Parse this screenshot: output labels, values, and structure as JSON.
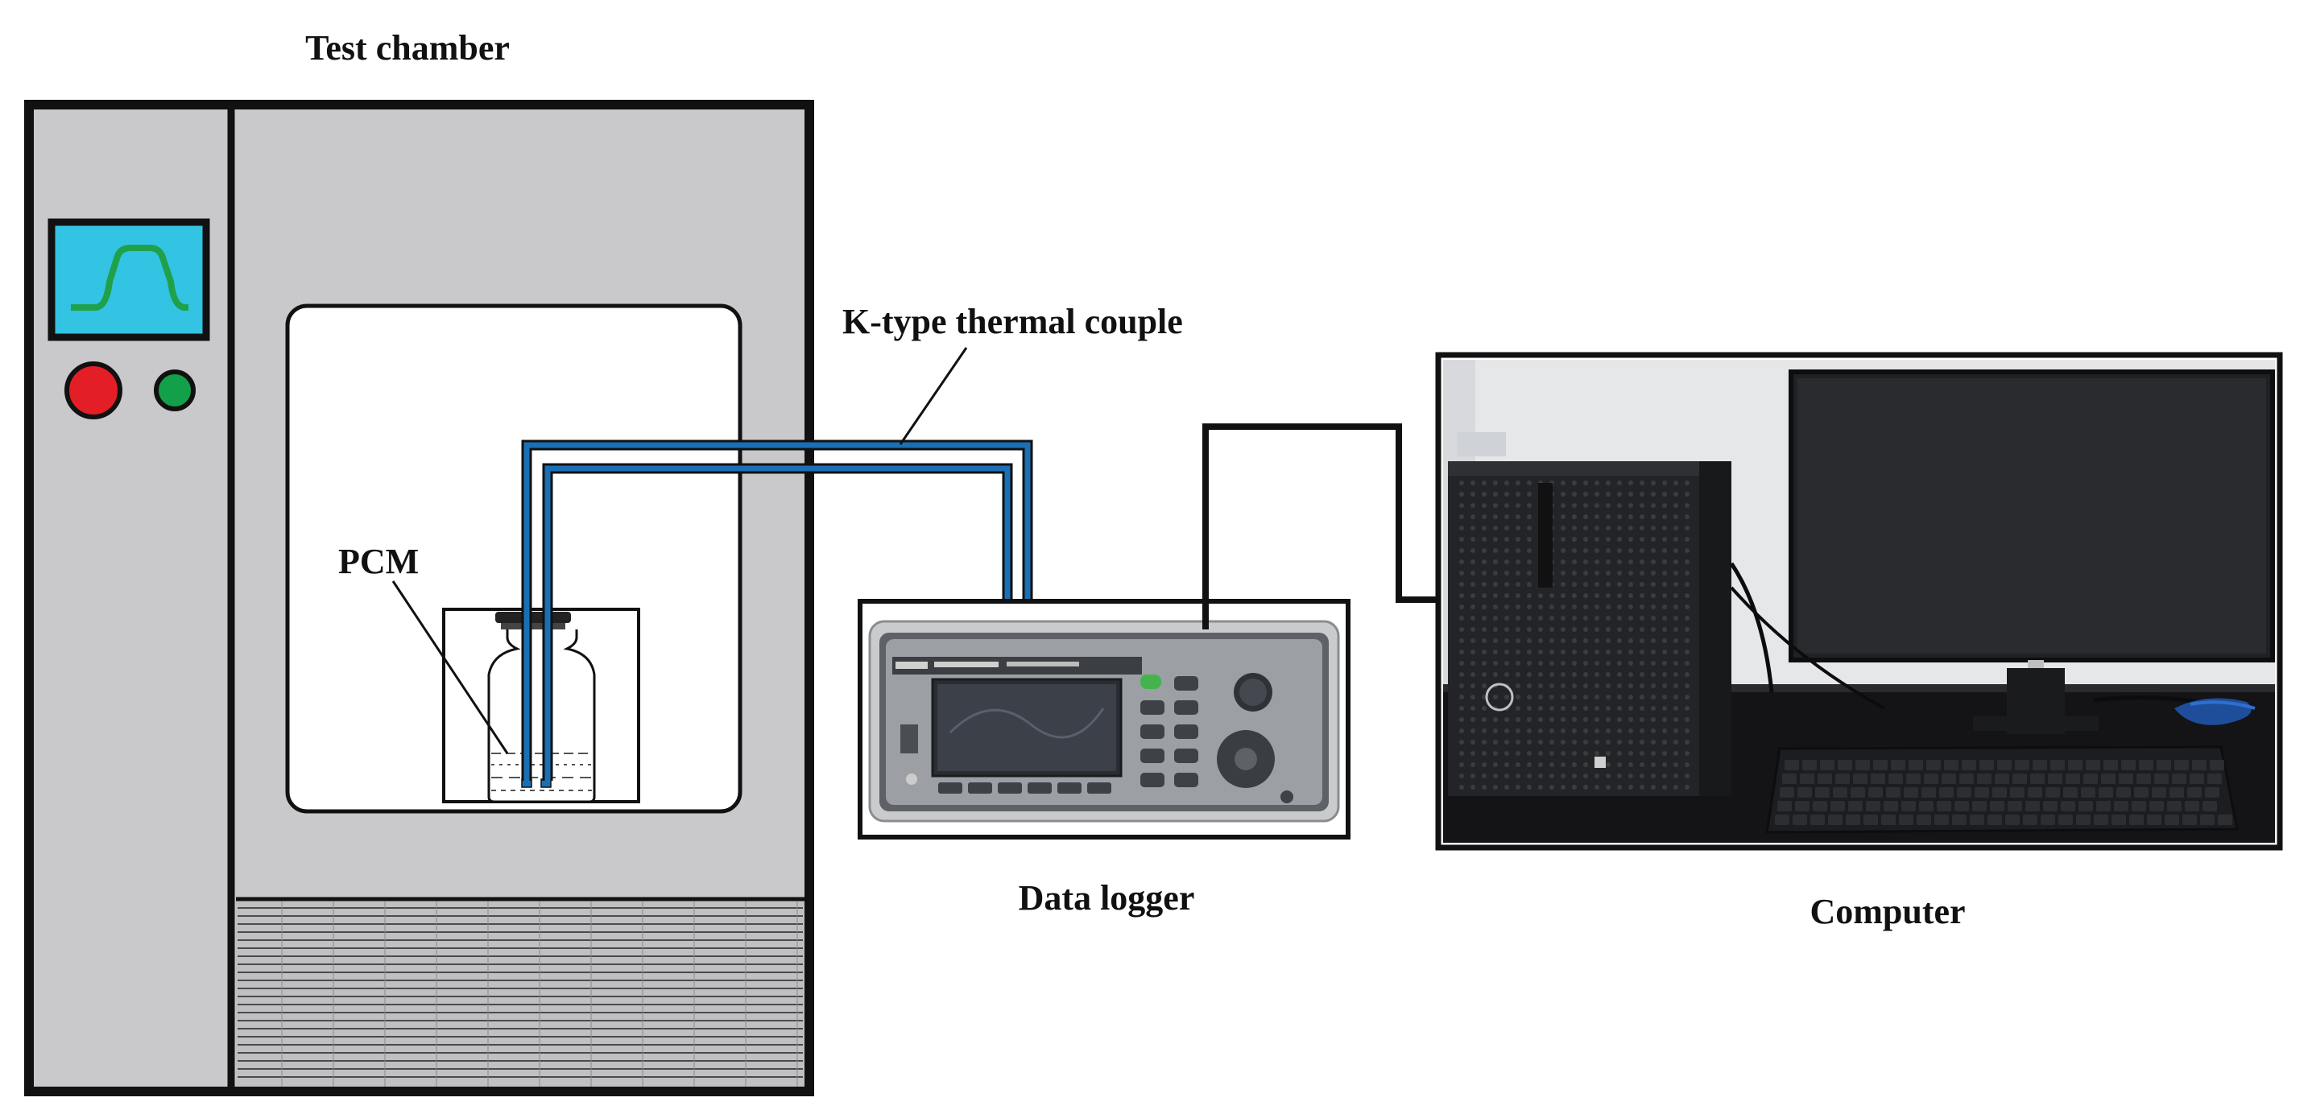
{
  "labels": {
    "test_chamber": "Test chamber",
    "thermocouple": "K-type thermal couple",
    "pcm": "PCM",
    "data_logger": "Data logger",
    "computer": "Computer"
  },
  "colors": {
    "chamber_fill": "#c9c9cb",
    "screen_fill": "#33c3e3",
    "waveform": "#1fa14a",
    "red_button": "#e41e26",
    "green_button": "#13a04a",
    "thermocouple_wire": "#1b6fb5",
    "outline": "#111111"
  },
  "icons": {
    "chamber_display": "waveform-screen-icon",
    "logger_photo": "data-acquisition-unit-photo",
    "computer_photo": "desktop-computer-photo"
  }
}
